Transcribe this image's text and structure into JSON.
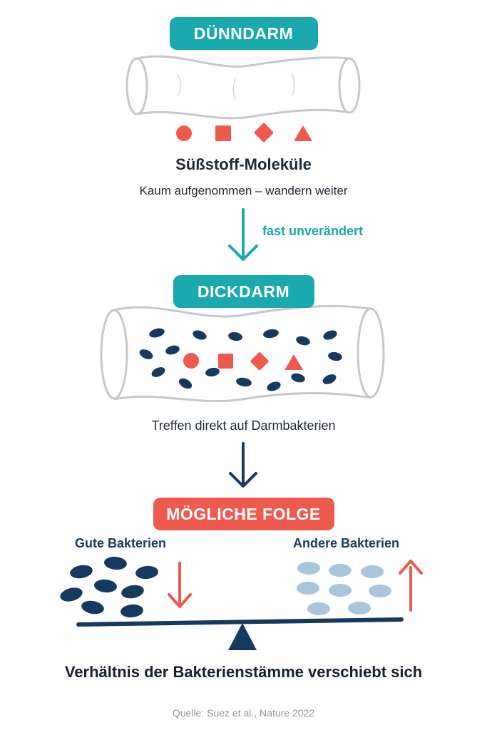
{
  "sections": {
    "small_intestine": {
      "label": "DÜNNDARM",
      "molecules_title": "Süßstoff-Moleküle",
      "molecules_subtitle": "Kaum aufgenommen – wandern weiter",
      "arrow_label": "fast unverändert"
    },
    "large_intestine": {
      "label": "DICKDARM",
      "caption": "Treffen direkt auf Darmbakterien"
    },
    "effect": {
      "label": "MÖGLICHE FOLGE",
      "good_bacteria_label": "Gute Bakterien",
      "other_bacteria_label": "Andere Bakterien",
      "conclusion": "Verhältnis der Bakterienstämme verschiebt sich"
    }
  },
  "source": "Quelle: Suez et al., Nature 2022",
  "colors": {
    "teal": "#1aa9ad",
    "coral": "#ef5a4f",
    "navy": "#163a5f",
    "light_blue": "#a9c6dc",
    "tube_outline": "#c5c9cc"
  },
  "icons": [
    "circle-icon",
    "square-icon",
    "diamond-icon",
    "triangle-icon",
    "arrow-down-icon",
    "arrow-up-icon",
    "scale-fulcrum-icon"
  ]
}
